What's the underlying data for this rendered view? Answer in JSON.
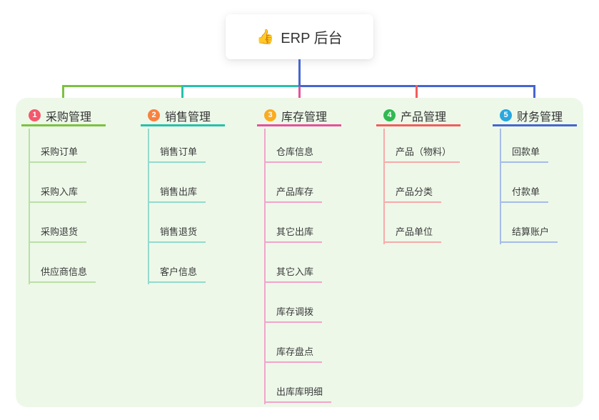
{
  "root": {
    "icon": "👍",
    "label": "ERP 后台"
  },
  "colors": {
    "page_bg": "#ffffff",
    "panel_bg": "#edf8e9",
    "root_stem": "#4566d0",
    "text_dark": "#333333"
  },
  "branches": [
    {
      "number": "1",
      "label": "采购管理",
      "colors": {
        "badge": "#f4586c",
        "strong": "#7cc241",
        "light": "#b9e0a2"
      },
      "children": [
        "采购订单",
        "采购入库",
        "采购退货",
        "供应商信息"
      ]
    },
    {
      "number": "2",
      "label": "销售管理",
      "colors": {
        "badge": "#f8823f",
        "strong": "#27c1ab",
        "light": "#93dacd"
      },
      "children": [
        "销售订单",
        "销售出库",
        "销售退货",
        "客户信息"
      ]
    },
    {
      "number": "3",
      "label": "库存管理",
      "colors": {
        "badge": "#fbac1f",
        "strong": "#e5519b",
        "light": "#f2a4cb"
      },
      "children": [
        "仓库信息",
        "产品库存",
        "其它出库",
        "其它入库",
        "库存调拨",
        "库存盘点",
        "出库库明细"
      ]
    },
    {
      "number": "4",
      "label": "产品管理",
      "colors": {
        "badge": "#30b951",
        "strong": "#f15d5d",
        "light": "#f6abab"
      },
      "children": [
        "产品（物料）",
        "产品分类",
        "产品单位"
      ]
    },
    {
      "number": "5",
      "label": "财务管理",
      "colors": {
        "badge": "#2aa7df",
        "strong": "#4566d0",
        "light": "#a6bce9"
      },
      "children": [
        "回款单",
        "付款单",
        "结算账户"
      ]
    }
  ]
}
